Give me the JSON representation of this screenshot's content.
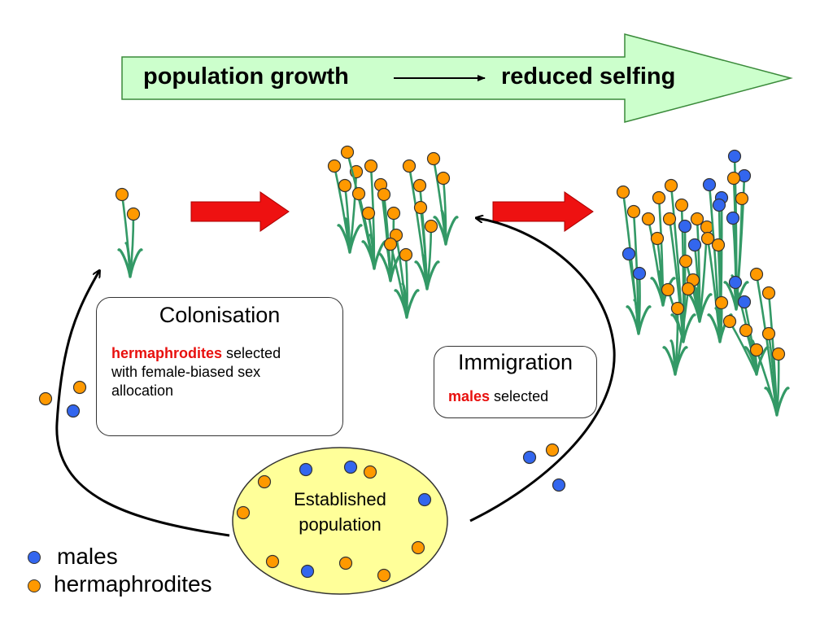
{
  "banner": {
    "left_label": "population growth",
    "right_label": "reduced selfing",
    "fill_color": "#ccffcc"
  },
  "colonisation_box": {
    "title": "Colonisation",
    "highlight": "hermaphrodites",
    "text_line1_rest": " selected",
    "text_line2": "with female-biased sex",
    "text_line3": "allocation"
  },
  "immigration_box": {
    "title": "Immigration",
    "highlight": "males",
    "rest": " selected"
  },
  "established": {
    "line1": "Established",
    "line2": "population",
    "fill_color": "#ffff99"
  },
  "legend": {
    "males_label": "males",
    "herm_label": "hermaphrodites"
  },
  "colors": {
    "male": "#3366ee",
    "hermaphrodite": "#ff9900",
    "plant": "#339966",
    "arrow_red": "#ee1111",
    "highlight_text": "#e8100e"
  }
}
